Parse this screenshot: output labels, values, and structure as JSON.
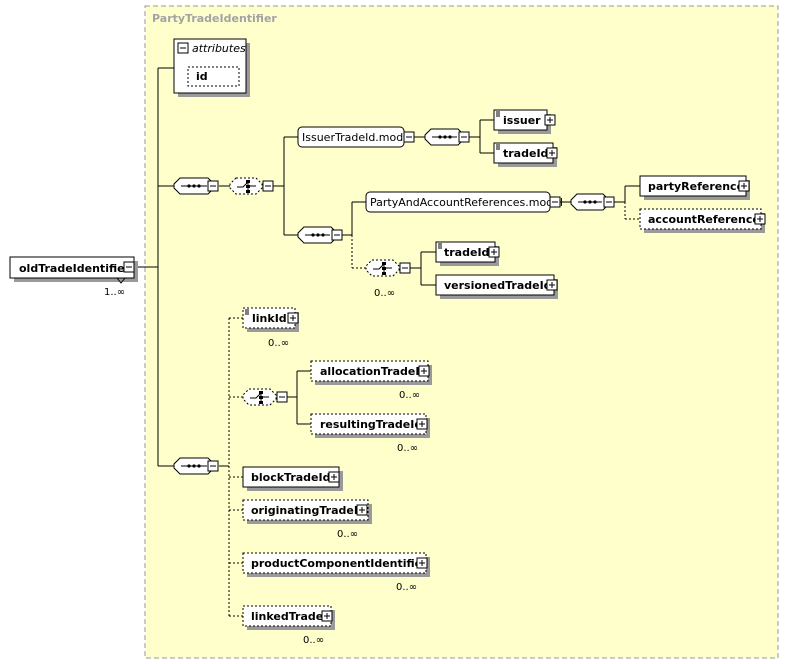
{
  "type_name": "PartyTradeIdentifier",
  "root": {
    "name": "oldTradeIdentifier",
    "occurs": "1..∞"
  },
  "attributes": {
    "header": "attributes",
    "items": [
      "id"
    ]
  },
  "groups": {
    "issuer_model": "IssuerTradeId.model",
    "party_model": "PartyAndAccountReferences.model"
  },
  "elements": {
    "issuer": "issuer",
    "tradeId_a": "tradeId",
    "partyReference": "partyReference",
    "accountReference": "accountReference",
    "tradeId_b": "tradeId",
    "versionedTradeId": "versionedTradeId",
    "linkId": "linkId",
    "allocationTradeId": "allocationTradeId",
    "resultingTradeId": "resultingTradeId",
    "blockTradeId": "blockTradeId",
    "originatingTradeId": "originatingTradeId",
    "productComponentIdentifier": "productComponentIdentifier",
    "linkedTrade": "linkedTrade"
  },
  "occurs": {
    "choice_trade": "0..∞",
    "linkId": "0..∞",
    "allocationTradeId": "0..∞",
    "resultingTradeId": "0..∞",
    "originatingTradeId": "0..∞",
    "productComponentIdentifier": "0..∞",
    "linkedTrade": "0..∞"
  },
  "colors": {
    "panel": "#ffffcc",
    "panel_border": "#9a9a9a",
    "title": "#a3a3a3",
    "shadow": "#9a9a9a"
  }
}
